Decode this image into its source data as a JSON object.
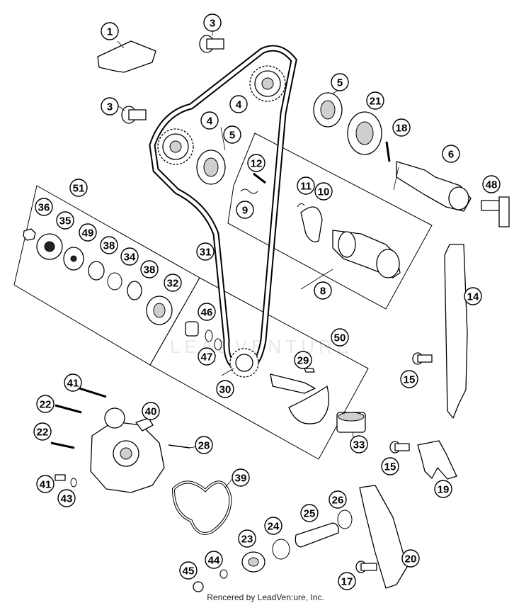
{
  "footer": "Rencered by LeadVen:ure, Inc.",
  "watermark": "LEADVENTURE",
  "callouts": [
    {
      "id": "c1",
      "label": "1"
    },
    {
      "id": "c3a",
      "label": "3"
    },
    {
      "id": "c3b",
      "label": "3"
    },
    {
      "id": "c4a",
      "label": "4"
    },
    {
      "id": "c4b",
      "label": "4"
    },
    {
      "id": "c5a",
      "label": "5"
    },
    {
      "id": "c5b",
      "label": "5"
    },
    {
      "id": "c21",
      "label": "21"
    },
    {
      "id": "c18",
      "label": "18"
    },
    {
      "id": "c6",
      "label": "6"
    },
    {
      "id": "c48",
      "label": "48"
    },
    {
      "id": "c12",
      "label": "12"
    },
    {
      "id": "c11",
      "label": "11"
    },
    {
      "id": "c10",
      "label": "10"
    },
    {
      "id": "c9",
      "label": "9"
    },
    {
      "id": "c8",
      "label": "8"
    },
    {
      "id": "c14",
      "label": "14"
    },
    {
      "id": "c51",
      "label": "51"
    },
    {
      "id": "c36",
      "label": "36"
    },
    {
      "id": "c35",
      "label": "35"
    },
    {
      "id": "c49",
      "label": "49"
    },
    {
      "id": "c38a",
      "label": "38"
    },
    {
      "id": "c34",
      "label": "34"
    },
    {
      "id": "c38b",
      "label": "38"
    },
    {
      "id": "c32",
      "label": "32"
    },
    {
      "id": "c31",
      "label": "31"
    },
    {
      "id": "c46",
      "label": "46"
    },
    {
      "id": "c47",
      "label": "47"
    },
    {
      "id": "c50",
      "label": "50"
    },
    {
      "id": "c29",
      "label": "29"
    },
    {
      "id": "c30",
      "label": "30"
    },
    {
      "id": "c15a",
      "label": "15"
    },
    {
      "id": "c41a",
      "label": "41"
    },
    {
      "id": "c22a",
      "label": "22"
    },
    {
      "id": "c40",
      "label": "40"
    },
    {
      "id": "c22b",
      "label": "22"
    },
    {
      "id": "c28",
      "label": "28"
    },
    {
      "id": "c33",
      "label": "33"
    },
    {
      "id": "c15b",
      "label": "15"
    },
    {
      "id": "c19",
      "label": "19"
    },
    {
      "id": "c39",
      "label": "39"
    },
    {
      "id": "c41b",
      "label": "41"
    },
    {
      "id": "c43",
      "label": "43"
    },
    {
      "id": "c26",
      "label": "26"
    },
    {
      "id": "c25",
      "label": "25"
    },
    {
      "id": "c24",
      "label": "24"
    },
    {
      "id": "c23",
      "label": "23"
    },
    {
      "id": "c20",
      "label": "20"
    },
    {
      "id": "c44",
      "label": "44"
    },
    {
      "id": "c45",
      "label": "45"
    },
    {
      "id": "c17",
      "label": "17"
    }
  ]
}
